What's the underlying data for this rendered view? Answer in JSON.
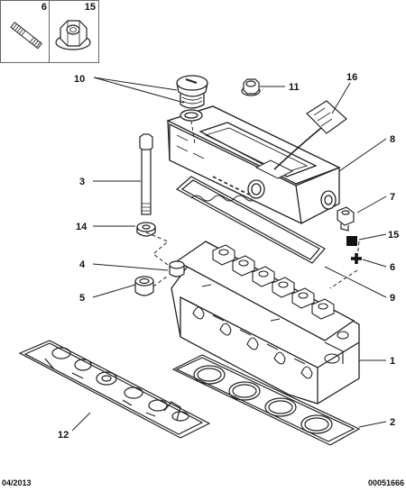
{
  "legend": [
    {
      "number": "6",
      "part": "stud-icon"
    },
    {
      "number": "15",
      "part": "flange-nut-icon"
    }
  ],
  "callouts": [
    "10",
    "11",
    "16",
    "8",
    "3",
    "7",
    "14",
    "15",
    "4",
    "6",
    "5",
    "9",
    "1",
    "12",
    "2"
  ],
  "footer": {
    "date": "04/2013",
    "reference": "00051666"
  }
}
